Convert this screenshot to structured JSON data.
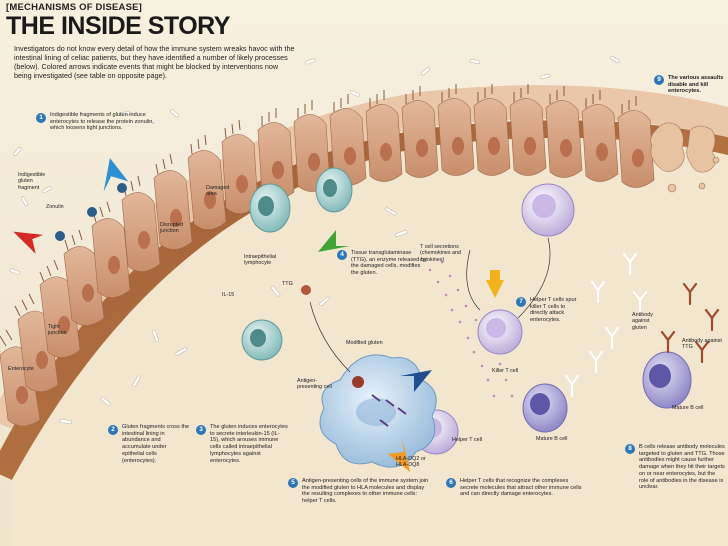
{
  "header": {
    "tag": "[MECHANISMS OF DISEASE]",
    "title": "THE INSIDE STORY"
  },
  "intro": "Investigators do not know every detail of how the immune system wreaks havoc with the intestinal lining of celiac patients, but they have identified a number of likely processes (below). Colored arrows indicate events that might be blocked by interventions now being investigated (see table on opposite page).",
  "steps": [
    {
      "num": "1",
      "text": "Indigestible fragments of gluten induce enterocytes to release the protein zonulin, which loosens tight junctions."
    },
    {
      "num": "2",
      "text": "Gluten fragments cross the intestinal lining in abundance and accumulate under epithelial cells (enterocytes)."
    },
    {
      "num": "3",
      "text": "The gluten induces enterocytes to secrete interleukin-15 (IL-15), which arouses immune cells called intraepithelial lymphocytes against enterocytes."
    },
    {
      "num": "4",
      "text": "Tissue transglutaminase (TTG), an enzyme released by the damaged cells, modifies the gluten."
    },
    {
      "num": "5",
      "text": "Antigen-presenting cells of the immune system join the modified gluten to HLA molecules and display the resulting complexes to other immune cells: helper T cells."
    },
    {
      "num": "6",
      "text": "Helper T cells that recognize the complexes secrete molecules that attract other immune cells and can directly damage enterocytes."
    },
    {
      "num": "7",
      "text": "Helper T cells spur killer T cells to directly attack enterocytes."
    },
    {
      "num": "8",
      "text": "B cells release antibody molecules targeted to gluten and TTG. Those antibodies might cause further damage when they hit their targets on or near enterocytes, but the role of antibodies in the disease is unclear."
    },
    {
      "num": "9",
      "text": "The various assaults disable and kill enterocytes."
    }
  ],
  "labels": {
    "indigestible": "Indigestible gluten fragment",
    "zonulin": "Zonulin",
    "tight_junction": "Tight junction",
    "enterocyte": "Enterocyte",
    "disrupted_junction": "Disrupted junction",
    "damaged_area": "Damaged area",
    "intraepithelial": "Intraepithelial lymphocyte",
    "il15": "IL-15",
    "ttg": "TTG",
    "tcell_secretions": "T cell secretions (chemokines and cytokines)",
    "modified_gluten": "Modified gluten",
    "apc": "Antigen-presenting cell",
    "hla": "HLA-DQ2 or HLA-DQ8",
    "helper_t": "Helper T cell",
    "killer_t": "Killer T cell",
    "mature_b_left": "Mature B cell",
    "mature_b_right": "Mature B cell",
    "antibody_gluten": "Antibody against gluten",
    "antibody_ttg": "Antibody against TTG"
  },
  "colors": {
    "arrow_red": "#d42a22",
    "arrow_blue": "#2e8fd3",
    "arrow_green": "#3fa535",
    "arrow_yellow": "#f1b21b",
    "arrow_navy": "#1f4f8f",
    "arrow_orange": "#f39a1f",
    "step_badge": "#2d77b8"
  }
}
